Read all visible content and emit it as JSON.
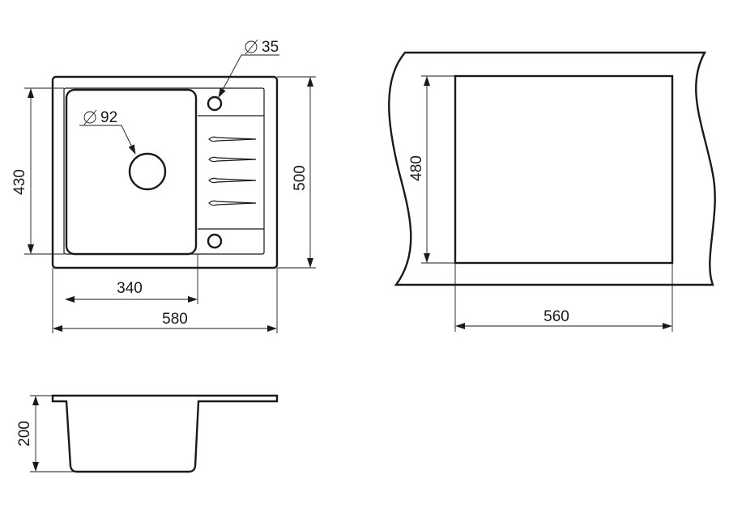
{
  "top_view": {
    "hole_small_diameter": "35",
    "hole_drain_diameter": "92",
    "inner_height": "430",
    "outer_height": "500",
    "bowl_width": "340",
    "total_width": "580"
  },
  "cutout_view": {
    "cutout_height": "480",
    "cutout_width": "560"
  },
  "side_view": {
    "depth": "200"
  },
  "colors": {
    "line": "#1a1a1a",
    "background": "#ffffff"
  }
}
